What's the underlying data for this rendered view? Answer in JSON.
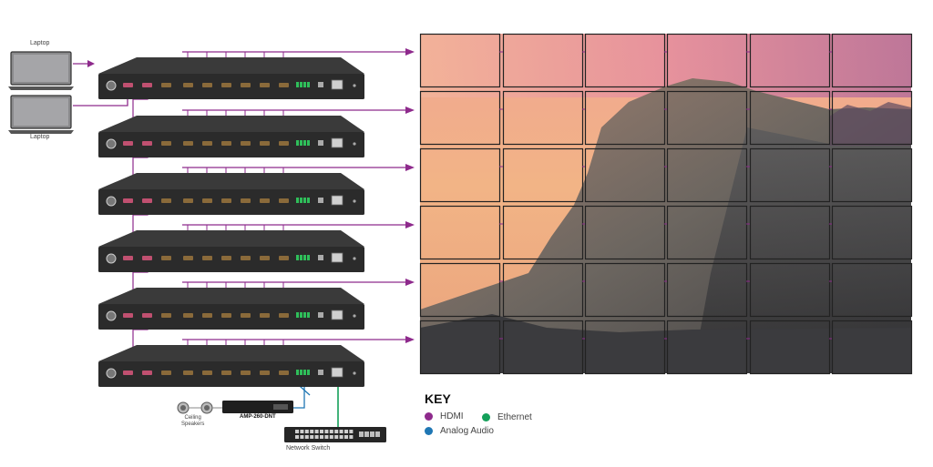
{
  "labels": {
    "laptop_top": "Laptop",
    "laptop_bottom": "Laptop",
    "speakers": "Ceiling\nSpeakers",
    "amp": "AMP-260-DNT",
    "switch": "Network Switch"
  },
  "key": {
    "title": "KEY",
    "hdmi": "HDMI",
    "ethernet": "Ethernet",
    "analog_audio": "Analog Audio"
  },
  "colors": {
    "hdmi": "#8e2a8c",
    "ethernet": "#14a05a",
    "analog_audio": "#1f77b4",
    "device_body": "#2b2b2b",
    "device_top": "#3a3a3a"
  },
  "video_wall": {
    "rows": 6,
    "cols": 6
  },
  "matrix_units": 6
}
